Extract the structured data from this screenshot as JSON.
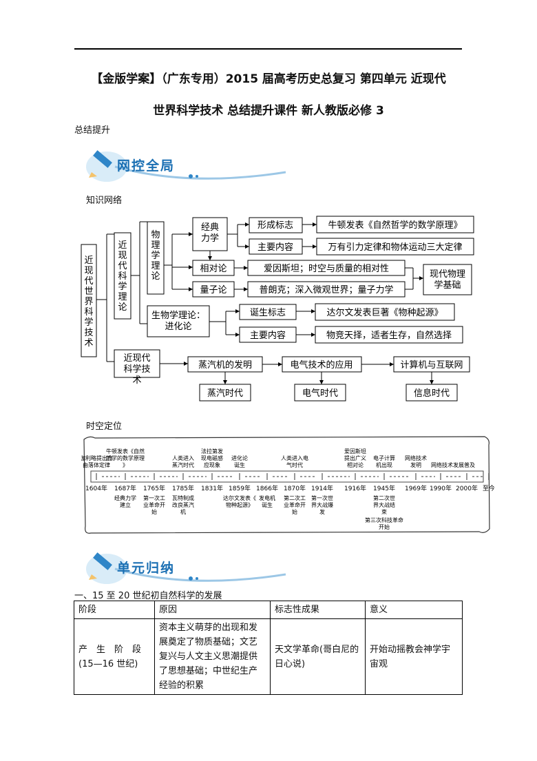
{
  "header": {
    "title_line1": "【金版学案】（广东专用）2015 届高考历史总复习 第四单元 近现代",
    "title_line2": "世界科学技术 总结提升课件 新人教版必修 3",
    "subtitle": "总结提升"
  },
  "banner1": {
    "text": "网控全局"
  },
  "section_knowledge": "知识网络",
  "mindmap": {
    "root": "近现代世界科学技术",
    "theory": "近现代科学理论",
    "physics": "物理学理论",
    "classical": "经典力学",
    "formation_label": "形成标志",
    "formation_value": "牛顿发表《自然哲学的数学原理》",
    "main_content_label": "主要内容",
    "main_content_value": "万有引力定律和物体运动三大定律",
    "relativity": "相对论",
    "relativity_value": "爱因斯坦；时空与质量的相对性",
    "quantum": "量子论",
    "quantum_value": "普朗克；深入微观世界；量子力学",
    "modern_physics": "现代物理学基础",
    "biology": "生物学理论：进化论",
    "birth_label": "诞生标志",
    "birth_value": "达尔文发表巨著《物种起源》",
    "bio_content_label": "主要内容",
    "bio_content_value": "物竞天择，适者生存，自然选择",
    "tech": "近现代科学技术",
    "steam": "蒸汽机的发明",
    "steam_era": "蒸汽时代",
    "electric": "电气技术的应用",
    "electric_era": "电气时代",
    "computer": "计算机与互联网",
    "info_era": "信息时代"
  },
  "section_timeline": "时空定位",
  "timeline": {
    "years": [
      "1604年",
      "1687年",
      "1765年",
      "1785年",
      "1831年",
      "1859年",
      "1866年",
      "1870年",
      "1914年",
      "1916年",
      "1945年",
      "1969年",
      "1990年",
      "2000年",
      "至今"
    ],
    "above": [
      "伽利略提出自由落体定律",
      "牛顿发表《自然哲学的数学原理》",
      "人类进入蒸汽时代",
      "法拉第发现电磁感应现象",
      "进化论诞生",
      "人类进入电气时代",
      "爱因斯坦提出广义相对论",
      "电子计算机出现",
      "网络技术发明",
      "网络技术发展普及"
    ],
    "below": [
      "经典力学建立",
      "第一次工业革命开始",
      "瓦特制成改良蒸汽机",
      "达尔文发表《物种起源》",
      "发电机诞生",
      "第二次工业革命开始",
      "第一次世界大战爆发",
      "第二次世界大战结束",
      "第三次科技革命开始"
    ]
  },
  "banner2": {
    "text": "单元归纳"
  },
  "section_one": "一、15 至 20 世纪初自然科学的发展",
  "table": {
    "headers": [
      "阶段",
      "原因",
      "标志性成果",
      "意义"
    ],
    "rows": [
      [
        "产　生　阶　段(15—16 世纪)",
        "资本主义萌芽的出现和发展奠定了物质基础；文艺复兴与人文主义思潮提供了思想基础；中世纪生产经验的积累",
        "天文学革命(哥白尼的日心说)",
        "开始动摇教会神学宇宙观"
      ]
    ]
  }
}
